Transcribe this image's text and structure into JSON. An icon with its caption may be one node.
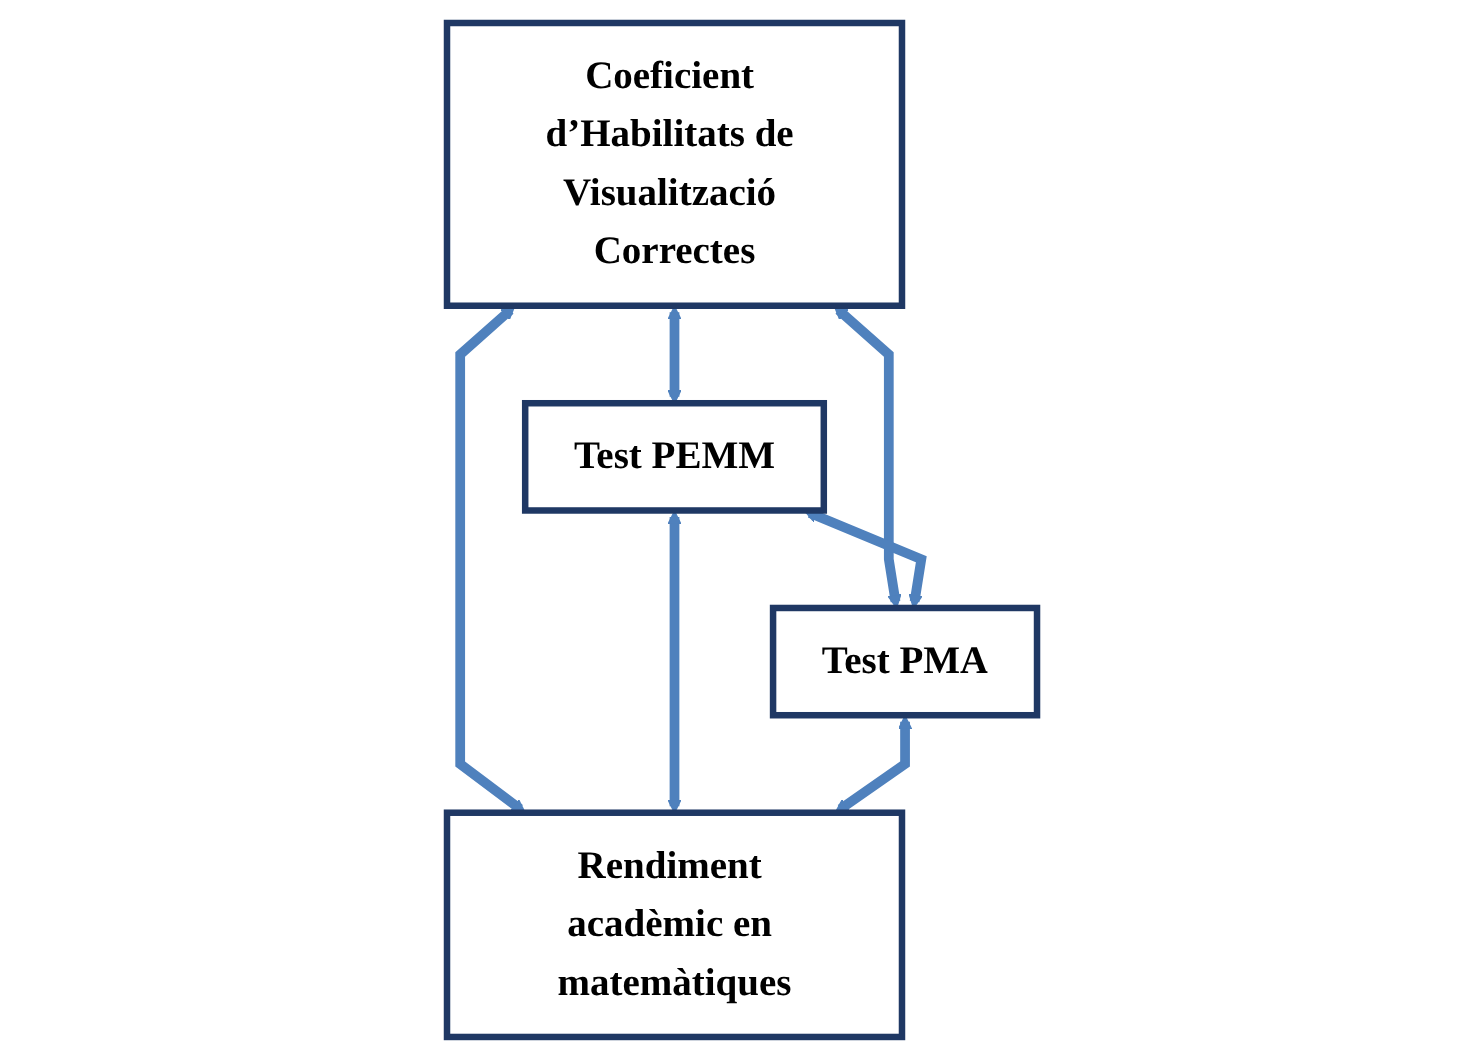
{
  "diagram": {
    "nodes": [
      {
        "text": [
          "Coeficient d’Habilitats de Visualització Correctes"
        ]
      },
      {
        "text": [
          "Test PEMM"
        ]
      },
      {
        "text": [
          "Test PMA"
        ]
      },
      {
        "text": [
          "Rendiment acadèmic en matemàtiques"
        ]
      }
    ],
    "edges": [
      {
        "from": 0,
        "to": 1,
        "arrow": "both"
      },
      {
        "from": 0,
        "to": 2,
        "arrow": "both"
      },
      {
        "from": 1,
        "to": 2,
        "arrow": "both"
      },
      {
        "from": 0,
        "to": 3,
        "arrow": "both"
      },
      {
        "from": 1,
        "to": 3,
        "arrow": "both"
      },
      {
        "from": 2,
        "to": 3,
        "arrow": "both"
      }
    ]
  }
}
